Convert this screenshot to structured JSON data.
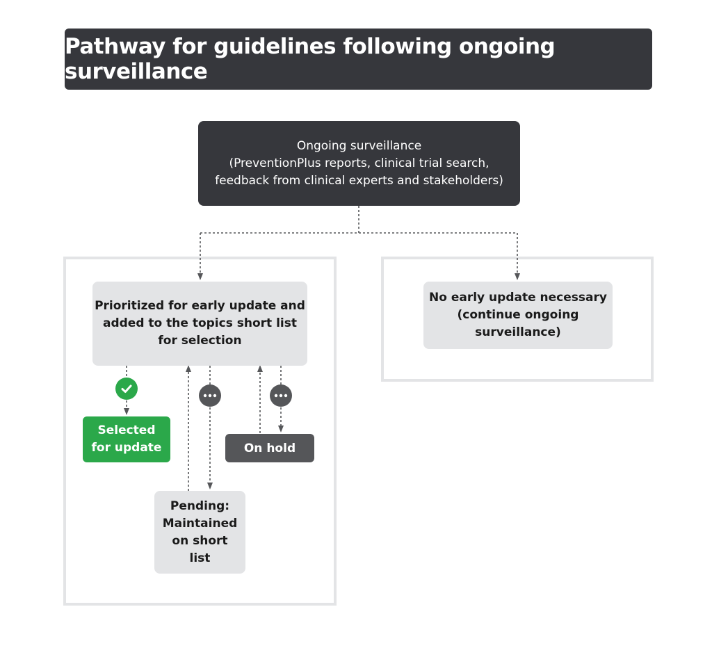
{
  "title": "Pathway for guidelines following ongoing surveillance",
  "surveillance": {
    "line1": "Ongoing surveillance",
    "line2": "(PreventionPlus reports, clinical trial search,",
    "line3": "feedback from clinical experts and stakeholders)"
  },
  "prioritized": {
    "line1_pre": "Prioritized for ",
    "line1_bold": "early",
    "line1_post": " update and",
    "line2": "added to the topics short list",
    "line3": "for selection"
  },
  "no_update": {
    "line1": "No early update necessary",
    "line2": "(continue ongoing",
    "line3": "surveillance)"
  },
  "selected": {
    "line1": "Selected",
    "line2": "for update"
  },
  "on_hold": "On hold",
  "pending": {
    "line1": "Pending:",
    "line2": "Maintained",
    "line3": "on short",
    "line4": "list"
  },
  "icons": {
    "selected_status": "check-circle-icon",
    "pending_status": "more-dots-icon",
    "hold_status": "more-dots-icon"
  },
  "colors": {
    "dark": "#36373c",
    "light": "#e3e4e6",
    "green": "#2ba84a",
    "hold": "#555659"
  }
}
